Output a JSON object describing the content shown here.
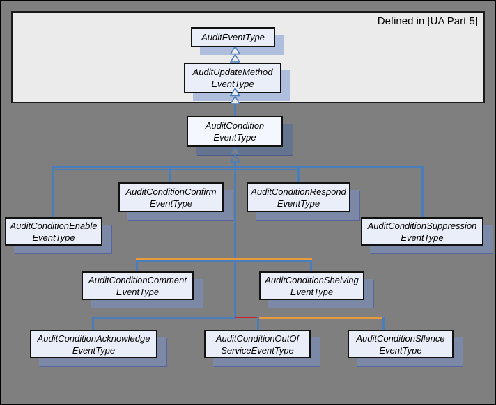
{
  "panel": {
    "label": "Defined in [UA Part 5]"
  },
  "nodes": {
    "audit_event": {
      "label": "AuditEventType"
    },
    "audit_update_method": {
      "label": "AuditUpdateMethod\nEventType"
    },
    "audit_condition": {
      "label": "AuditCondition\nEventType"
    },
    "enable": {
      "label": "AuditConditionEnable\nEventType"
    },
    "confirm": {
      "label": "AuditConditionConfirm\nEventType"
    },
    "respond": {
      "label": "AuditConditionRespond\nEventType"
    },
    "suppression": {
      "label": "AuditConditionSuppression\nEventType"
    },
    "comment": {
      "label": "AuditConditionComment\nEventType"
    },
    "shelving": {
      "label": "AuditConditionShelving\nEventType"
    },
    "acknowledge": {
      "label": "AuditConditionAcknowledge\nEventType"
    },
    "out_of_service": {
      "label": "AuditConditionOutOf\nServiceEventType"
    },
    "silence": {
      "label": "AuditConditionSllence\nEventType"
    }
  },
  "colors": {
    "background": "#7f7f7f",
    "panel_fill": "#ebebeb",
    "box_fill": "#e9eef9",
    "root_box_fill": "#f4f7fd",
    "connector_blue": "#4a7ebb",
    "connector_orange": "#e79a3a",
    "connector_red": "#cf1f2e",
    "shadow_in_panel": "#b0bedd",
    "shadow_on_gray": "#7b89a6",
    "shadow_root": "#64748f"
  }
}
